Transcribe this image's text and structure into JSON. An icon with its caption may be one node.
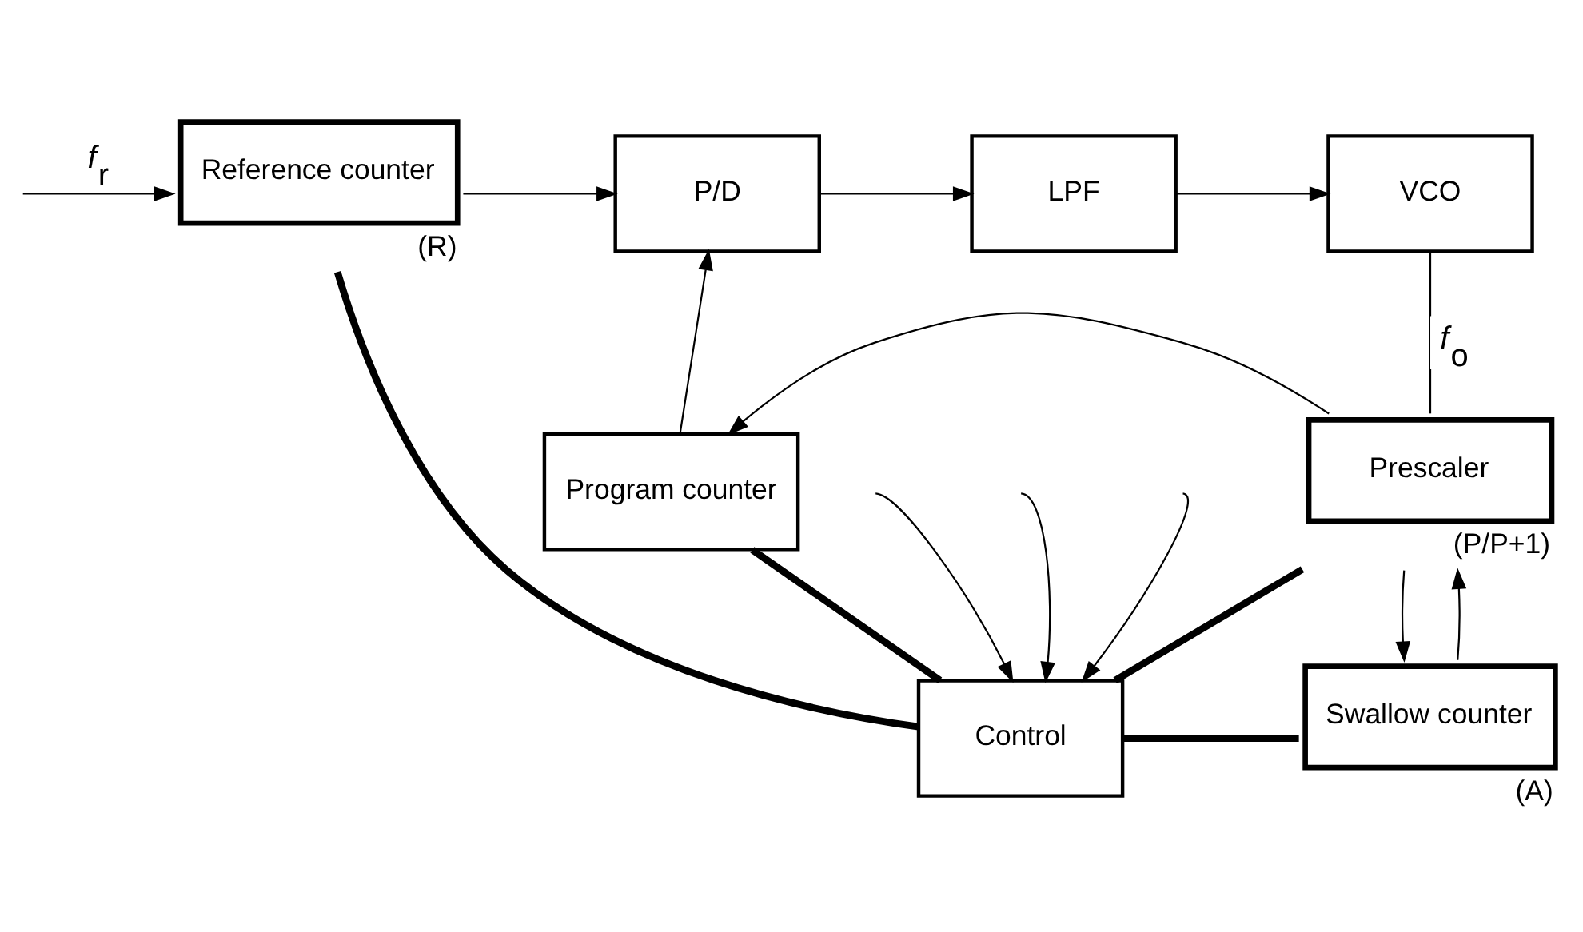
{
  "diagram": {
    "nodes": [
      {
        "text": [
          "Reference counter"
        ],
        "beside": [
          "(R)"
        ]
      },
      {
        "text": [
          "P/D"
        ]
      },
      {
        "text": [
          "LPF"
        ]
      },
      {
        "text": [
          "VCO"
        ]
      },
      {
        "text": [
          "Program counter"
        ]
      },
      {
        "text": [
          "Prescaler"
        ],
        "beside": [
          "(P/P+1)"
        ]
      },
      {
        "text": [
          "Control"
        ]
      },
      {
        "text": [
          "Swallow counter"
        ],
        "beside": [
          "(A)"
        ]
      }
    ],
    "edges": [
      {
        "from": null,
        "to": 0,
        "arrow": "to",
        "label": "*f*$_{r}$"
      },
      {
        "from": 0,
        "to": 1,
        "arrow": "to"
      },
      {
        "from": 1,
        "to": 2,
        "arrow": "to"
      },
      {
        "from": 2,
        "to": 3,
        "arrow": "to"
      },
      {
        "from": 3,
        "to": 5,
        "arrow": "none",
        "label": "*f*$_{o}$"
      },
      {
        "from": 4,
        "to": 1,
        "arrow": "to"
      },
      {
        "from": 5,
        "to": 4,
        "arrow": "to"
      },
      {
        "from": 5,
        "to": 7,
        "arrow": "to"
      },
      {
        "from": 7,
        "to": 5,
        "arrow": "to"
      },
      {
        "from": 0,
        "to": 6,
        "arrow": "none",
        "style": "thick"
      },
      {
        "from": 6,
        "to": 4,
        "arrow": "none",
        "style": "thick"
      },
      {
        "from": 6,
        "to": 7,
        "arrow": "none",
        "style": "thick"
      },
      {
        "from": 6,
        "to": 5,
        "arrow": "none",
        "style": "thick"
      },
      {
        "from": null,
        "to": 6,
        "arrow": "to"
      },
      {
        "from": null,
        "to": 6,
        "arrow": "to"
      },
      {
        "from": null,
        "to": 6,
        "arrow": "to"
      }
    ]
  }
}
